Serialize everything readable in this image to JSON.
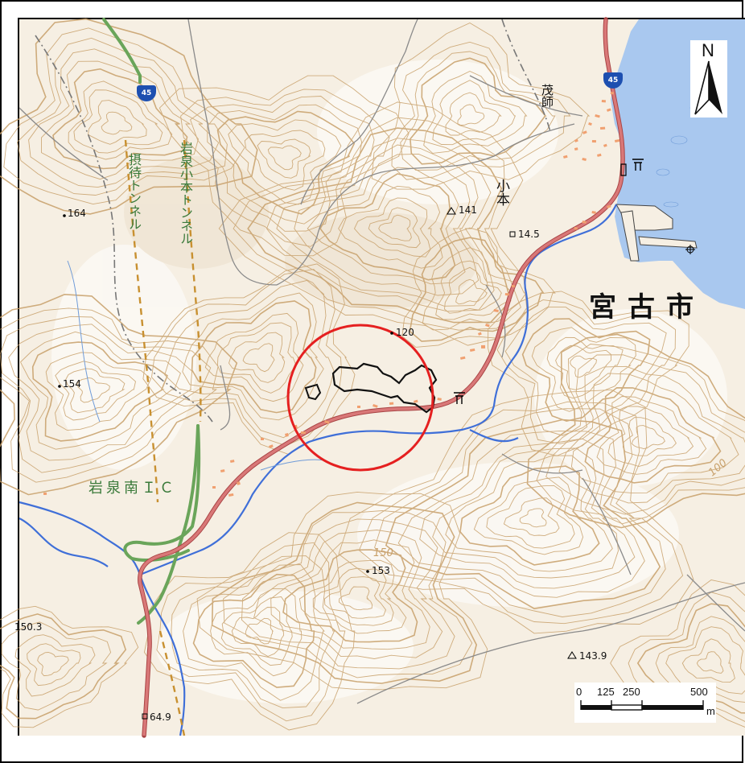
{
  "map": {
    "place_labels": {
      "city": "宮古市",
      "town_kobon": "小本",
      "town_moshi": "茂師",
      "interchange": "岩泉南ＩＣ",
      "tunnel_settai": "摂待トンネル",
      "tunnel_iwaizumi_kobon": "岩泉小本トンネル"
    },
    "route_shield": "45",
    "elevations": [
      "164",
      "154",
      "150.3",
      "141",
      "14.5",
      "120",
      "153",
      "143.9",
      "64.9",
      "150",
      "100"
    ],
    "north_arrow_label": "N",
    "scale_bar": {
      "ticks": [
        "0",
        "125",
        "250",
        "500"
      ],
      "unit": "m"
    },
    "colors": {
      "background": "#f5ede0",
      "contour": "#c8a06a",
      "water": "#a9c8ef",
      "river": "#3f6fd8",
      "national_road": "#d86e6e",
      "expressway": "#6aa55a",
      "settlement": "#f0a070",
      "highlight_circle": "#e52020"
    }
  }
}
